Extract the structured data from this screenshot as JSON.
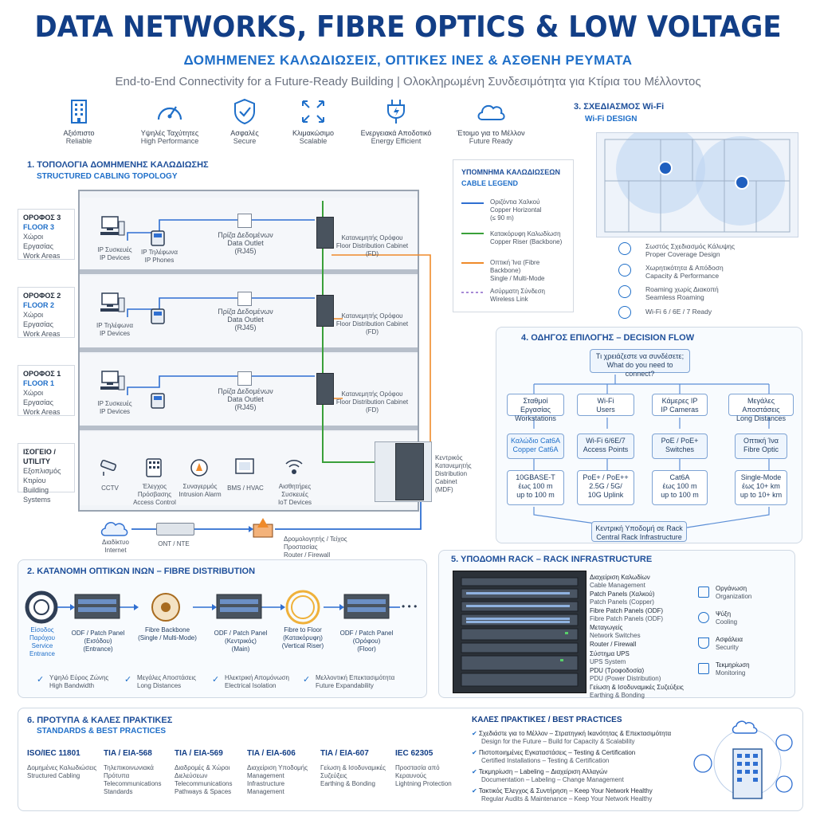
{
  "header": {
    "title": "DATA NETWORKS, FIBRE OPTICS & LOW VOLTAGE",
    "subtitle_gr": "ΔΟΜΗΜΕΝΕΣ ΚΑΛΩΔΙΩΣΕΙΣ, ΟΠΤΙΚΕΣ ΙΝΕΣ & ΑΣΘΕΝΗ ΡΕΥΜΑΤΑ",
    "tagline": "End-to-End Connectivity for a Future-Ready Building  |  Ολοκληρωμένη Συνδεσιμότητα για Κτίρια του Μέλλοντος"
  },
  "features": [
    {
      "icon": "building-icon",
      "gr": "Αξιόπιστο",
      "en": "Reliable"
    },
    {
      "icon": "speedometer-icon",
      "gr": "Υψηλές Ταχύτητες",
      "en": "High Performance"
    },
    {
      "icon": "shield-check-icon",
      "gr": "Ασφαλές",
      "en": "Secure"
    },
    {
      "icon": "expand-arrows-icon",
      "gr": "Κλιμακώσιμο",
      "en": "Scalable"
    },
    {
      "icon": "plug-icon",
      "gr": "Ενεργειακά Αποδοτικό",
      "en": "Energy Efficient"
    },
    {
      "icon": "cloud-icon",
      "gr": "Έτοιμο για το Μέλλον",
      "en": "Future Ready"
    }
  ],
  "topology": {
    "title_gr": "1. ΤΟΠΟΛΟΓΙΑ ΔΟΜΗΜΕΝΗΣ ΚΑΛΩΔΙΩΣΗΣ",
    "title_en": "STRUCTURED CABLING TOPOLOGY",
    "floors": [
      {
        "gr": "ΟΡΟΦΟΣ 3",
        "en": "FLOOR 3",
        "area_gr": "Χώροι Εργασίας",
        "area_en": "Work Areas",
        "devices": "IP Συσκευές\nIP Devices",
        "phone": "IP Τηλέφωνα\nIP Phones",
        "outlet": "Πρίζα Δεδομένων\nData Outlet\n(RJ45)",
        "cabinet": "Κατανεμητής Ορόφου\nFloor Distribution Cabinet (FD)"
      },
      {
        "gr": "ΟΡΟΦΟΣ 2",
        "en": "FLOOR 2",
        "area_gr": "Χώροι Εργασίας",
        "area_en": "Work Areas",
        "devices": "IP Τηλέφωνα\nIP Devices",
        "phone": "",
        "outlet": "Πρίζα Δεδομένων\nData Outlet\n(RJ45)",
        "cabinet": "Κατανεμητής Ορόφου\nFloor Distribution Cabinet (FD)"
      },
      {
        "gr": "ΟΡΟΦΟΣ 1",
        "en": "FLOOR 1",
        "area_gr": "Χώροι Εργασίας",
        "area_en": "Work Areas",
        "devices": "IP Συσκευές\nIP Devices",
        "phone": "",
        "outlet": "Πρίζα Δεδομένων\nData Outlet\n(RJ45)",
        "cabinet": "Κατανεμητής Ορόφου\nFloor Distribution Cabinet (FD)"
      }
    ],
    "utility": {
      "gr": "ΙΣΟΓΕΙΟ / UTILITY",
      "sub_gr": "Εξοπλισμός Κτιρίου",
      "sub_en": "Building Systems"
    },
    "systems": [
      {
        "icon": "cctv-icon",
        "label": "CCTV"
      },
      {
        "icon": "keypad-icon",
        "label": "Έλεγχος Πρόσβασης\nAccess Control"
      },
      {
        "icon": "alarm-icon",
        "label": "Συναγερμός\nIntrusion Alarm"
      },
      {
        "icon": "bms-icon",
        "label": "BMS / HVAC"
      },
      {
        "icon": "iot-icon",
        "label": "Αισθητήρες Συσκευές\nIoT Devices"
      }
    ],
    "main_rack": "Κεντρικός\nΚατανεμητής\nDistribution\nCabinet\n(MDF)",
    "internet": "Διαδίκτυο\nInternet",
    "ont": "ONT / NTE",
    "router": "Δρομολογητής / Τείχος Προστασίας\nRouter / Firewall"
  },
  "legend": {
    "title_gr": "ΥΠΟΜΝΗΜΑ ΚΑΛΩΔΙΩΣΕΩΝ",
    "title_en": "CABLE LEGEND",
    "items": [
      {
        "color": "#2f6fd1",
        "dash": false,
        "gr": "Οριζόντια Χαλκού",
        "en": "Copper Horizontal\n(≤ 90 m)"
      },
      {
        "color": "#3aa03a",
        "dash": false,
        "gr": "Κατακόρυφη Καλωδίωση",
        "en": "Copper Riser (Backbone)"
      },
      {
        "color": "#ef8a2a",
        "dash": false,
        "gr": "Οπτική Ίνα (Fibre Backbone)",
        "en": "Single / Multi-Mode"
      },
      {
        "color": "#8a63c9",
        "dash": true,
        "gr": "Ασύρματη Σύνδεση",
        "en": "Wireless Link"
      }
    ]
  },
  "wifi": {
    "title_gr": "3. ΣΧΕΔΙΑΣΜΟΣ Wi-Fi",
    "title_en": "Wi-Fi DESIGN",
    "points": [
      {
        "icon": "wifi-target-icon",
        "gr": "Σωστός Σχεδιασμός Κάλυψης",
        "en": "Proper Coverage Design"
      },
      {
        "icon": "wifi-capacity-icon",
        "gr": "Χωρητικότητα & Απόδοση",
        "en": "Capacity & Performance"
      },
      {
        "icon": "roaming-icon",
        "gr": "Roaming χωρίς Διακοπή",
        "en": "Seamless Roaming"
      },
      {
        "icon": "wifi-icon",
        "gr": "",
        "en": "Wi-Fi 6 / 6E / 7 Ready"
      }
    ]
  },
  "decision": {
    "title": "4. ΟΔΗΓΟΣ ΕΠΙΛΟΓΗΣ – DECISION FLOW",
    "question": "Τι χρειάζεστε να συνδέσετε;\nWhat do you need to connect?",
    "columns": [
      {
        "head": "Σταθμοί Εργασίας\nWorkstations",
        "mid": "Καλώδιο Cat6A\nCopper Cat6A",
        "low": "10GBASE-T\nέως 100 m\nup to 100 m"
      },
      {
        "head": "Wi-Fi\nUsers",
        "mid": "Wi-Fi 6/6E/7\nAccess Points",
        "low": "PoE+ / PoE++\n2.5G / 5G/\n10G Uplink"
      },
      {
        "head": "Κάμερες IP\nIP Cameras",
        "mid": "PoE / PoE+\nSwitches",
        "low": "Cat6A\nέως 100 m\nup to 100 m"
      },
      {
        "head": "Μεγάλες Αποστάσεις\nLong Distances",
        "mid": "Οπτική Ίνα\nFibre Optic",
        "low": "Single-Mode\nέως 10+ km\nup to 10+ km"
      }
    ],
    "result": "Κεντρική Υποδομή σε Rack\nCentral Rack Infrastructure"
  },
  "fibre": {
    "title": "2. ΚΑΤΑΝΟΜΗ ΟΠΤΙΚΩΝ ΙΝΩΝ – FIBRE DISTRIBUTION",
    "steps": [
      "Είσοδος Παρόχου\nService Entrance",
      "ODF / Patch Panel\n(Εισόδου)\n(Entrance)",
      "Fibre Backbone\n(Single / Multi-Mode)",
      "ODF / Patch Panel\n(Κεντρικός)\n(Main)",
      "Fibre to Floor\n(Κατακόρυφη)\n(Vertical Riser)",
      "ODF / Patch Panel\n(Ορόφου)\n(Floor)"
    ],
    "benefits": [
      {
        "gr": "Υψηλό Εύρος Ζώνης",
        "en": "High Bandwidth"
      },
      {
        "gr": "Μεγάλες Αποστάσεις",
        "en": "Long Distances"
      },
      {
        "gr": "Ηλεκτρική Απομόνωση",
        "en": "Electrical Isolation"
      },
      {
        "gr": "Μελλοντική Επεκτασιμότητα",
        "en": "Future Expandability"
      }
    ]
  },
  "rack": {
    "title": "5. ΥΠΟΔΟΜΗ RACK – RACK INFRASTRUCTURE",
    "items": [
      {
        "gr": "Διαχείριση Καλωδίων",
        "en": "Cable Management"
      },
      {
        "gr": "Patch Panels (Χαλκού)",
        "en": "Patch Panels (Copper)"
      },
      {
        "gr": "Fibre Patch Panels (ODF)",
        "en": "Fibre Patch Panels (ODF)"
      },
      {
        "gr": "Μεταγωγείς",
        "en": "Network Switches"
      },
      {
        "gr": "Router / Firewall",
        "en": ""
      },
      {
        "gr": "Σύστημα UPS",
        "en": "UPS System"
      },
      {
        "gr": "PDU (Τροφοδοσία)",
        "en": "PDU (Power Distribution)"
      },
      {
        "gr": "Γείωση & Ισοδυναμικές Συζεύξεις",
        "en": "Earthing & Bonding"
      }
    ],
    "side": [
      {
        "icon": "organization-icon",
        "gr": "Οργάνωση",
        "en": "Organization"
      },
      {
        "icon": "cooling-icon",
        "gr": "Ψύξη",
        "en": "Cooling"
      },
      {
        "icon": "security-icon",
        "gr": "Ασφάλεια",
        "en": "Security"
      },
      {
        "icon": "monitoring-icon",
        "gr": "Τεκμηρίωση",
        "en": "Monitoring"
      }
    ]
  },
  "standards": {
    "title_gr": "6. ΠΡΟΤΥΠΑ & ΚΑΛΕΣ ΠΡΑΚΤΙΚΕΣ",
    "title_en": "STANDARDS & BEST PRACTICES",
    "items": [
      {
        "name": "ISO/IEC 11801",
        "desc": "Δομημένες Καλωδιώσεις\nStructured Cabling"
      },
      {
        "name": "TIA / EIA-568",
        "desc": "Τηλεπικοινωνιακά\nΠρότυπα\nTelecommunications\nStandards"
      },
      {
        "name": "TIA / EIA-569",
        "desc": "Διαδρομές & Χώροι\nΔιελεύσεων\nTelecommunications\nPathways & Spaces"
      },
      {
        "name": "TIA / EIA-606",
        "desc": "Διαχείριση Υποδομής\nManagement\nInfrastructure\nManagement"
      },
      {
        "name": "TIA / EIA-607",
        "desc": "Γείωση & Ισοδυναμικές\nΣυζεύξεις\nEarthing & Bonding"
      },
      {
        "name": "IEC 62305",
        "desc": "Προστασία από Κεραυνούς\nLightning Protection"
      }
    ],
    "bp_title": "ΚΑΛΕΣ ΠΡΑΚΤΙΚΕΣ / BEST PRACTICES",
    "bp": [
      {
        "gr": "Σχεδιάστε για το Μέλλον – Στρατηγική Ικανότητας & Επεκτασιμότητα",
        "en": "Design for the Future – Build for Capacity & Scalability"
      },
      {
        "gr": "Πιστοποιημένες Εγκαταστάσεις – Testing & Certification",
        "en": "Certified Installations – Testing & Certification"
      },
      {
        "gr": "Τεκμηρίωση – Labeling – Διαχείριση Αλλαγών",
        "en": "Documentation – Labeling – Change Management"
      },
      {
        "gr": "Τακτικός Έλεγχος & Συντήρηση – Keep Your Network Healthy",
        "en": "Regular Audits & Maintenance – Keep Your Network Healthy"
      }
    ]
  }
}
